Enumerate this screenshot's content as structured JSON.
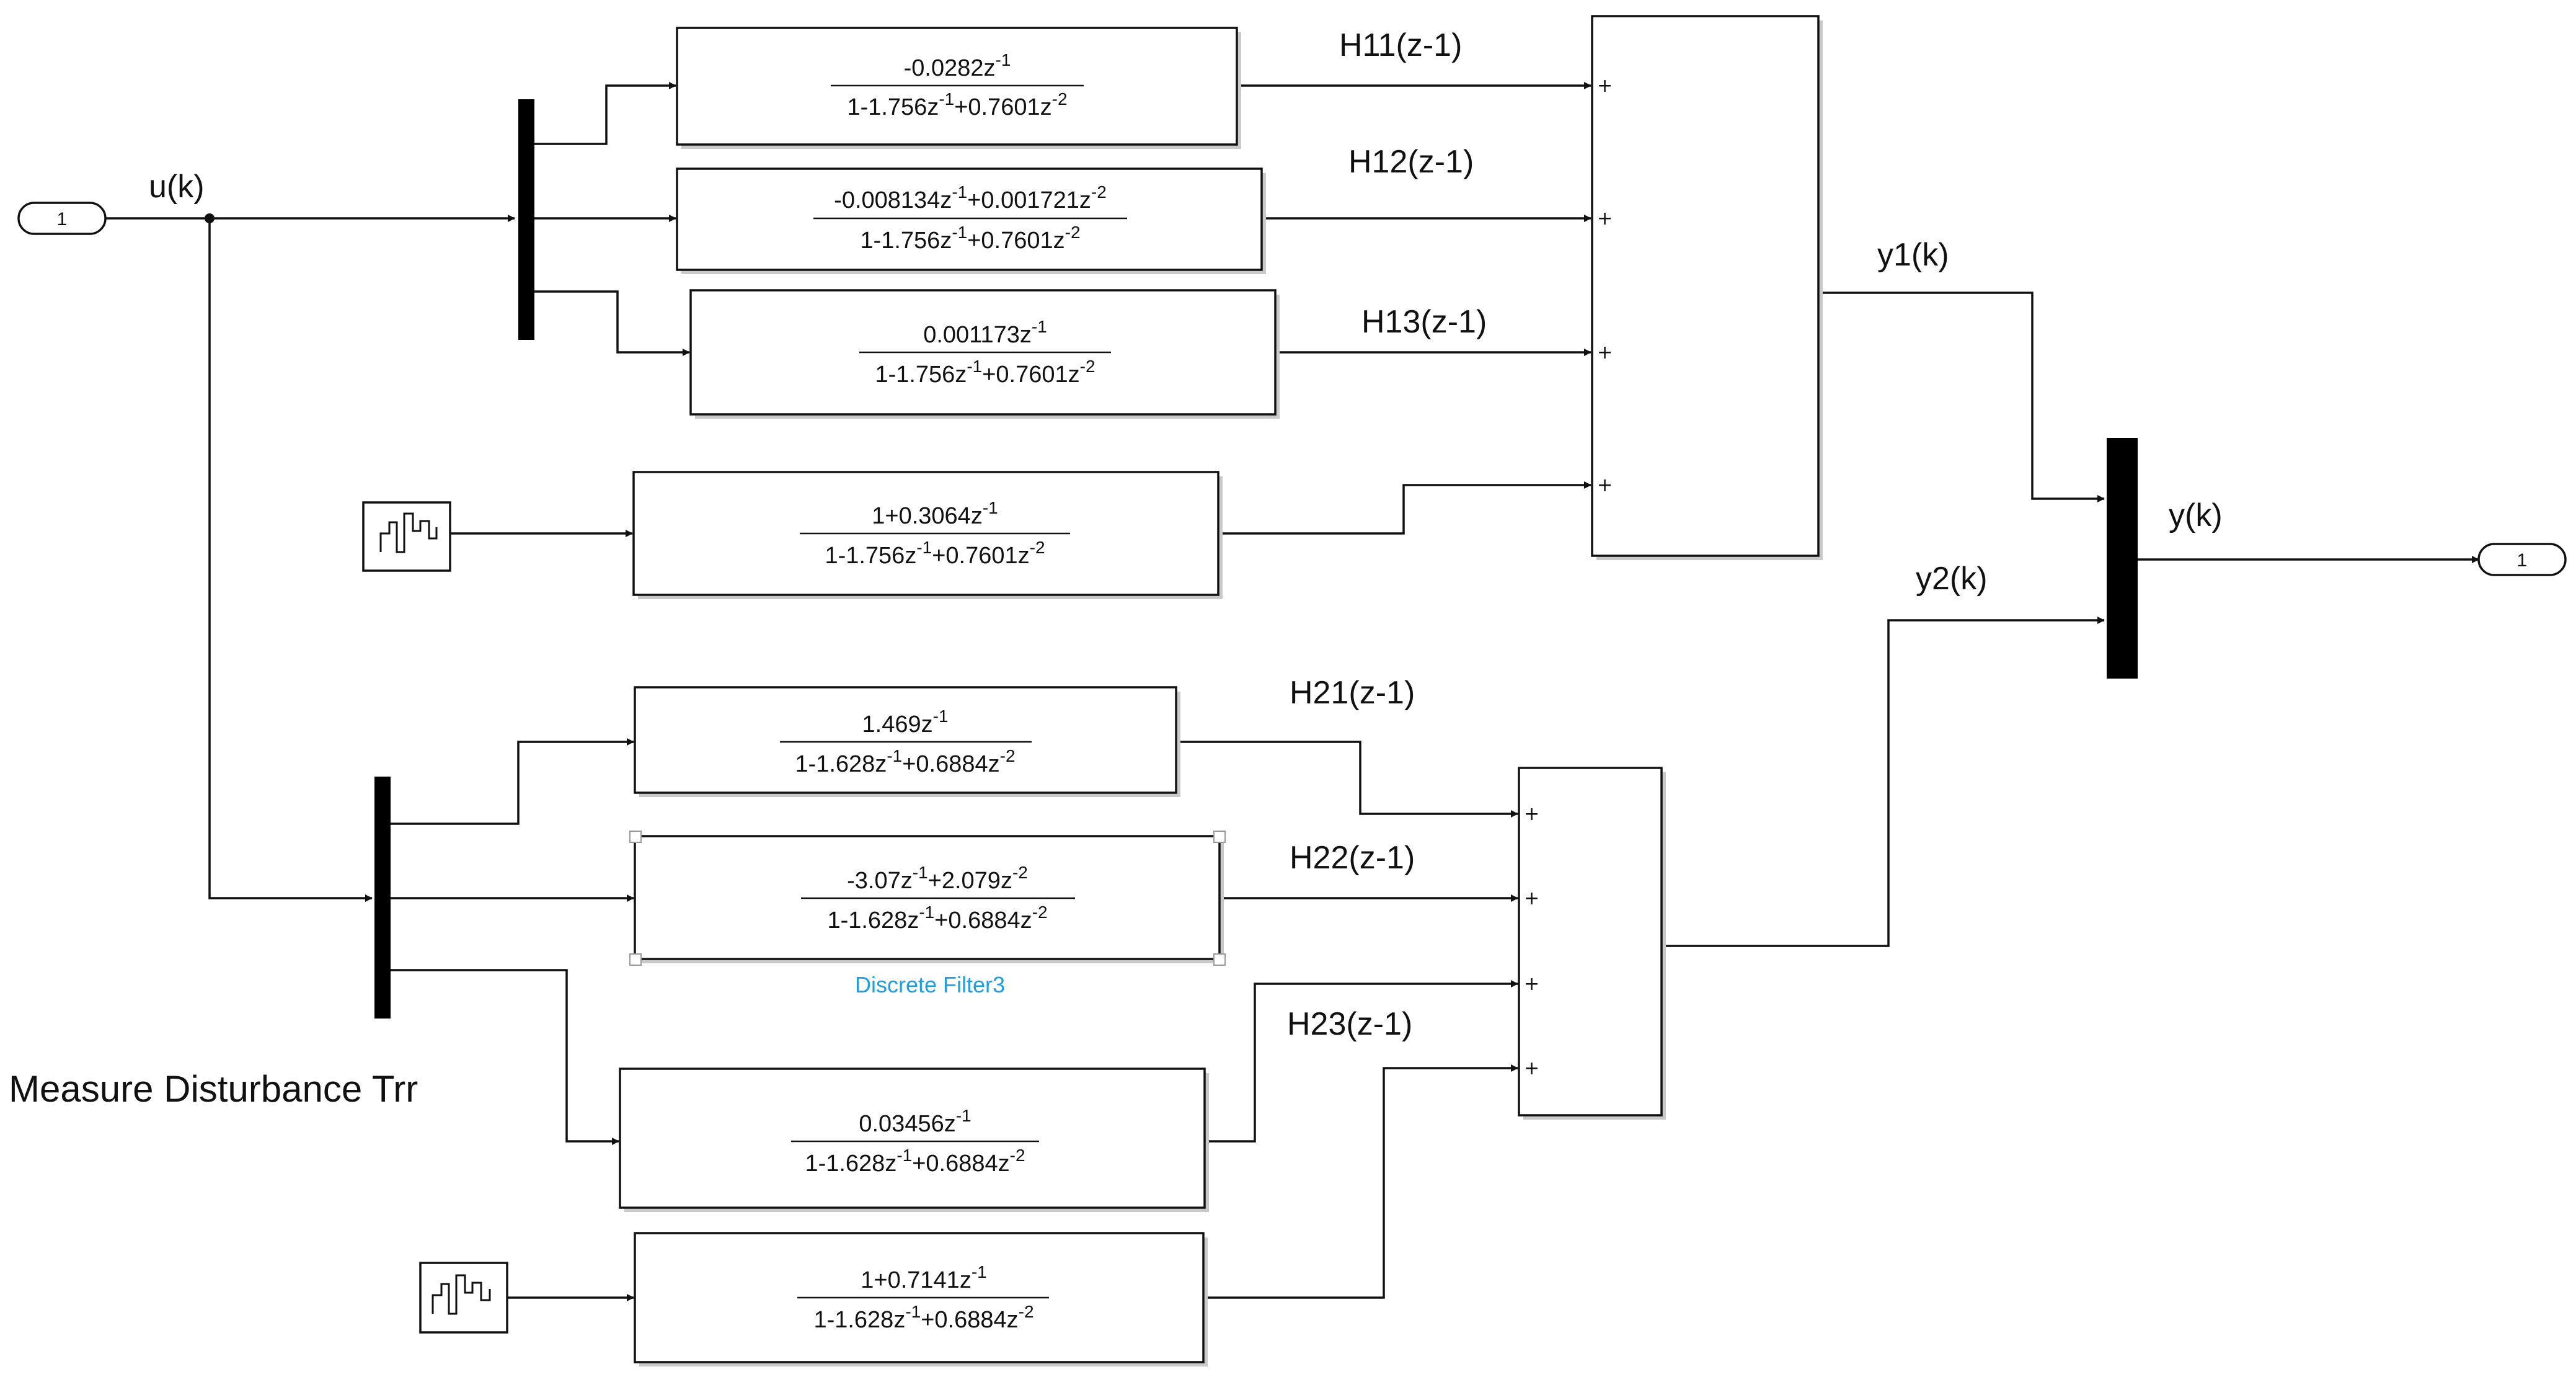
{
  "ports": {
    "inport_number": "1",
    "outport_number": "1"
  },
  "signals": {
    "u": "u(k)",
    "y1": "y1(k)",
    "y2": "y2(k)",
    "y": "y(k)",
    "h11": "H11(z-1)",
    "h12": "H12(z-1)",
    "h13": "H13(z-1)",
    "h21": "H21(z-1)",
    "h22": "H22(z-1)",
    "h23": "H23(z-1)"
  },
  "annotation": "Measure Disturbance Trr",
  "blocks": {
    "h11": {
      "num": "-0.0282z",
      "num_exp": "-1",
      "den": "1-1.756z",
      "den_exp1": "-1",
      "den_mid": "+0.7601z",
      "den_exp2": "-2"
    },
    "h12": {
      "num": "-0.008134z",
      "num_exp": "-1",
      "num_mid": "+0.001721z",
      "num_exp2": "-2",
      "den": "1-1.756z",
      "den_exp1": "-1",
      "den_mid": "+0.7601z",
      "den_exp2": "-2"
    },
    "h13": {
      "num": "0.001173z",
      "num_exp": "-1",
      "den": "1-1.756z",
      "den_exp1": "-1",
      "den_mid": "+0.7601z",
      "den_exp2": "-2"
    },
    "d1": {
      "num": "1+0.3064z",
      "num_exp": "-1",
      "den": "1-1.756z",
      "den_exp1": "-1",
      "den_mid": "+0.7601z",
      "den_exp2": "-2"
    },
    "h21": {
      "num": "1.469z",
      "num_exp": "-1",
      "den": "1-1.628z",
      "den_exp1": "-1",
      "den_mid": "+0.6884z",
      "den_exp2": "-2"
    },
    "h22": {
      "num": "-3.07z",
      "num_exp": "-1",
      "num_mid": "+2.079z",
      "num_exp2": "-2",
      "den": "1-1.628z",
      "den_exp1": "-1",
      "den_mid": "+0.6884z",
      "den_exp2": "-2",
      "caption": "Discrete Filter3"
    },
    "h23": {
      "num": "0.03456z",
      "num_exp": "-1",
      "den": "1-1.628z",
      "den_exp1": "-1",
      "den_mid": "+0.6884z",
      "den_exp2": "-2"
    },
    "d2": {
      "num": "1+0.7141z",
      "num_exp": "-1",
      "den": "1-1.628z",
      "den_exp1": "-1",
      "den_mid": "+0.6884z",
      "den_exp2": "-2"
    }
  },
  "sum_sign": "+"
}
